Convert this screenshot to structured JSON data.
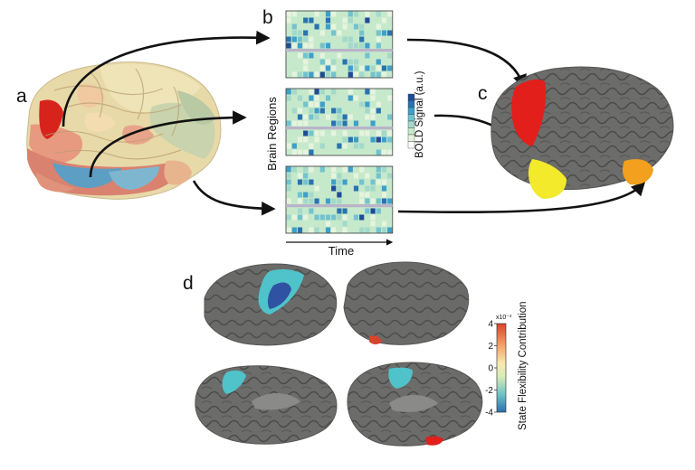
{
  "panels": {
    "a": "a",
    "b": "b",
    "c": "c",
    "d": "d"
  },
  "matrix_axes": {
    "y_label": "Brain Regions",
    "x_label": "Time"
  },
  "bold_legend": {
    "label": "BOLD Signal (a.u.)",
    "colors": [
      "#ffffff",
      "#e6f4df",
      "#c6e9cb",
      "#a3d9ca",
      "#72c3cf",
      "#3e9fc9",
      "#2a72b0",
      "#1f4b96"
    ]
  },
  "flexibility_colorbar": {
    "label": "State Flexibility Contribution",
    "exponent": "x10⁻³",
    "ticks": [
      "4",
      "2",
      "0",
      "-2",
      "-4"
    ],
    "range": [
      -4,
      4
    ]
  },
  "colors": {
    "arrow": "#111111",
    "brain_gray": "#6b6b69",
    "highlight_red": "#e1201c",
    "highlight_yellow": "#f3ea2b",
    "highlight_orange": "#f2a01e",
    "highlight_cyan": "#4fc3c9",
    "highlight_blue": "#2f52a3"
  },
  "icons": {
    "cortex_parcellated": "brain-parcellation-icon",
    "cortex_highlighted": "brain-highlight-icon",
    "cortex_views": "brain-surface-icon"
  }
}
